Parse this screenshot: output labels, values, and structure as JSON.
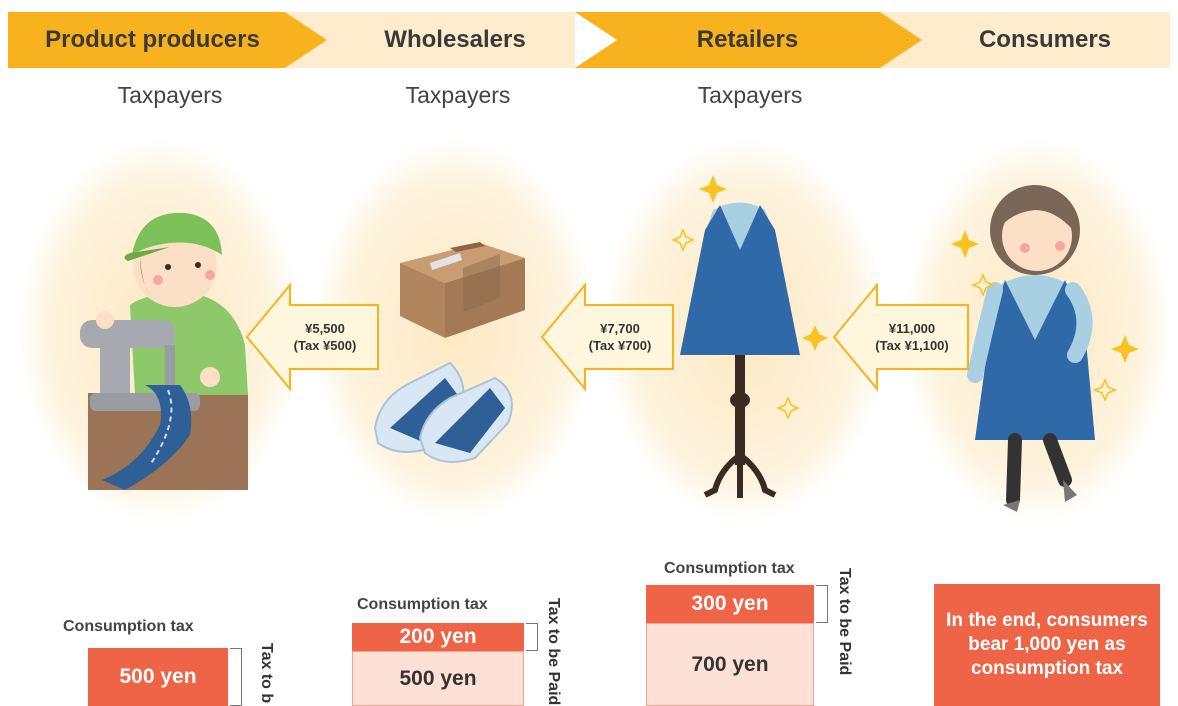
{
  "stages": [
    {
      "label": "Product producers",
      "role": "Taxpayers"
    },
    {
      "label": "Wholesalers",
      "role": "Taxpayers"
    },
    {
      "label": "Retailers",
      "role": "Taxpayers"
    },
    {
      "label": "Consumers"
    }
  ],
  "flows": [
    {
      "price": "¥5,500",
      "tax": "(Tax ¥500)"
    },
    {
      "price": "¥7,700",
      "tax": "(Tax ¥700)"
    },
    {
      "price": "¥11,000",
      "tax": "(Tax ¥1,100)"
    }
  ],
  "tax_boxes": {
    "label": "Consumption tax",
    "paid_label": "Tax to be Paid",
    "producer": {
      "paid": "500 yen"
    },
    "wholesaler": {
      "paid": "200 yen",
      "base": "500 yen"
    },
    "retailer": {
      "paid": "300 yen",
      "base": "700 yen"
    }
  },
  "final_note": "In the end, consumers bear 1,000 yen as consumption tax",
  "colors": {
    "arrow_orange": "#f8b21d",
    "tax_red": "#ef6446",
    "tax_pale": "#fde0d6",
    "glow": "#fde8c2"
  }
}
